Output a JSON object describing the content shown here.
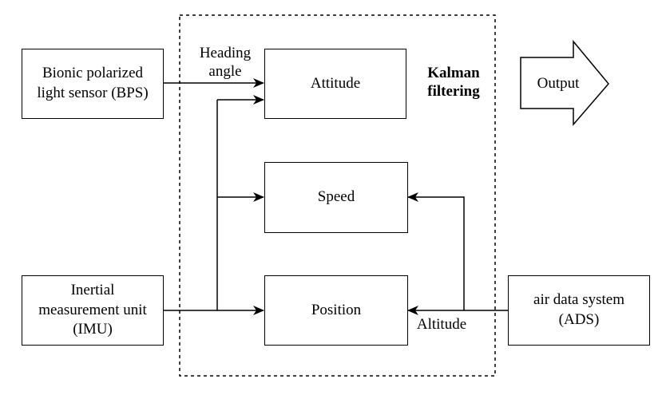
{
  "diagram": {
    "sensors": {
      "bps": [
        "Bionic polarized",
        "light sensor (BPS)"
      ],
      "imu": [
        "Inertial",
        "measurement unit",
        "(IMU)"
      ],
      "ads": [
        "air data system",
        "(ADS)"
      ]
    },
    "states": {
      "attitude": "Attitude",
      "speed": "Speed",
      "position": "Position"
    },
    "filter_label": [
      "Kalman",
      "filtering"
    ],
    "output_label": "Output",
    "edge_labels": {
      "heading_angle": [
        "Heading",
        "angle"
      ],
      "altitude": "Altitude"
    }
  }
}
